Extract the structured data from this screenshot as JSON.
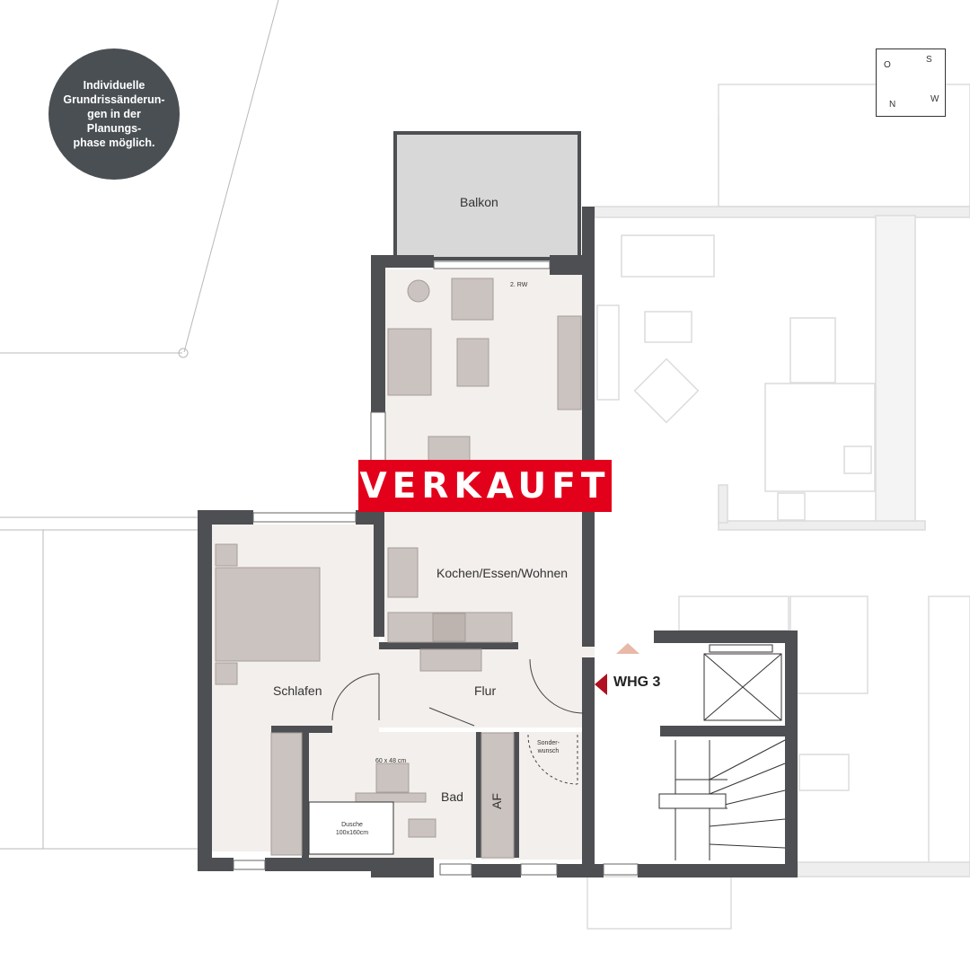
{
  "note": "Individuelle\nGrundrissänderun-\ngen in der Planungs-\nphase möglich.",
  "status_stamp": "VERKAUFT",
  "unit_label": "WHG 3",
  "compass": {
    "letters": [
      "O",
      "S",
      "W",
      "N"
    ]
  },
  "rooms": {
    "balkon": "Balkon",
    "kochen_essen_wohnen": "Kochen/Essen/Wohnen",
    "schlafen": "Schlafen",
    "flur": "Flur",
    "bad": "Bad",
    "af": "AF"
  },
  "annotations": {
    "window_rw": "2. RW",
    "sink_size": "60 x 48 cm",
    "sonderwunsch": "Sonder-\nwunsch",
    "dusche": "Dusche\n100x160cm"
  },
  "colors": {
    "stamp_red": "#e3001b",
    "wall": "#4d4f52",
    "floor": "#f3efec",
    "furniture": "#cbc3c0",
    "badge": "#4a4f53",
    "balcony": "#d8d8d8"
  }
}
